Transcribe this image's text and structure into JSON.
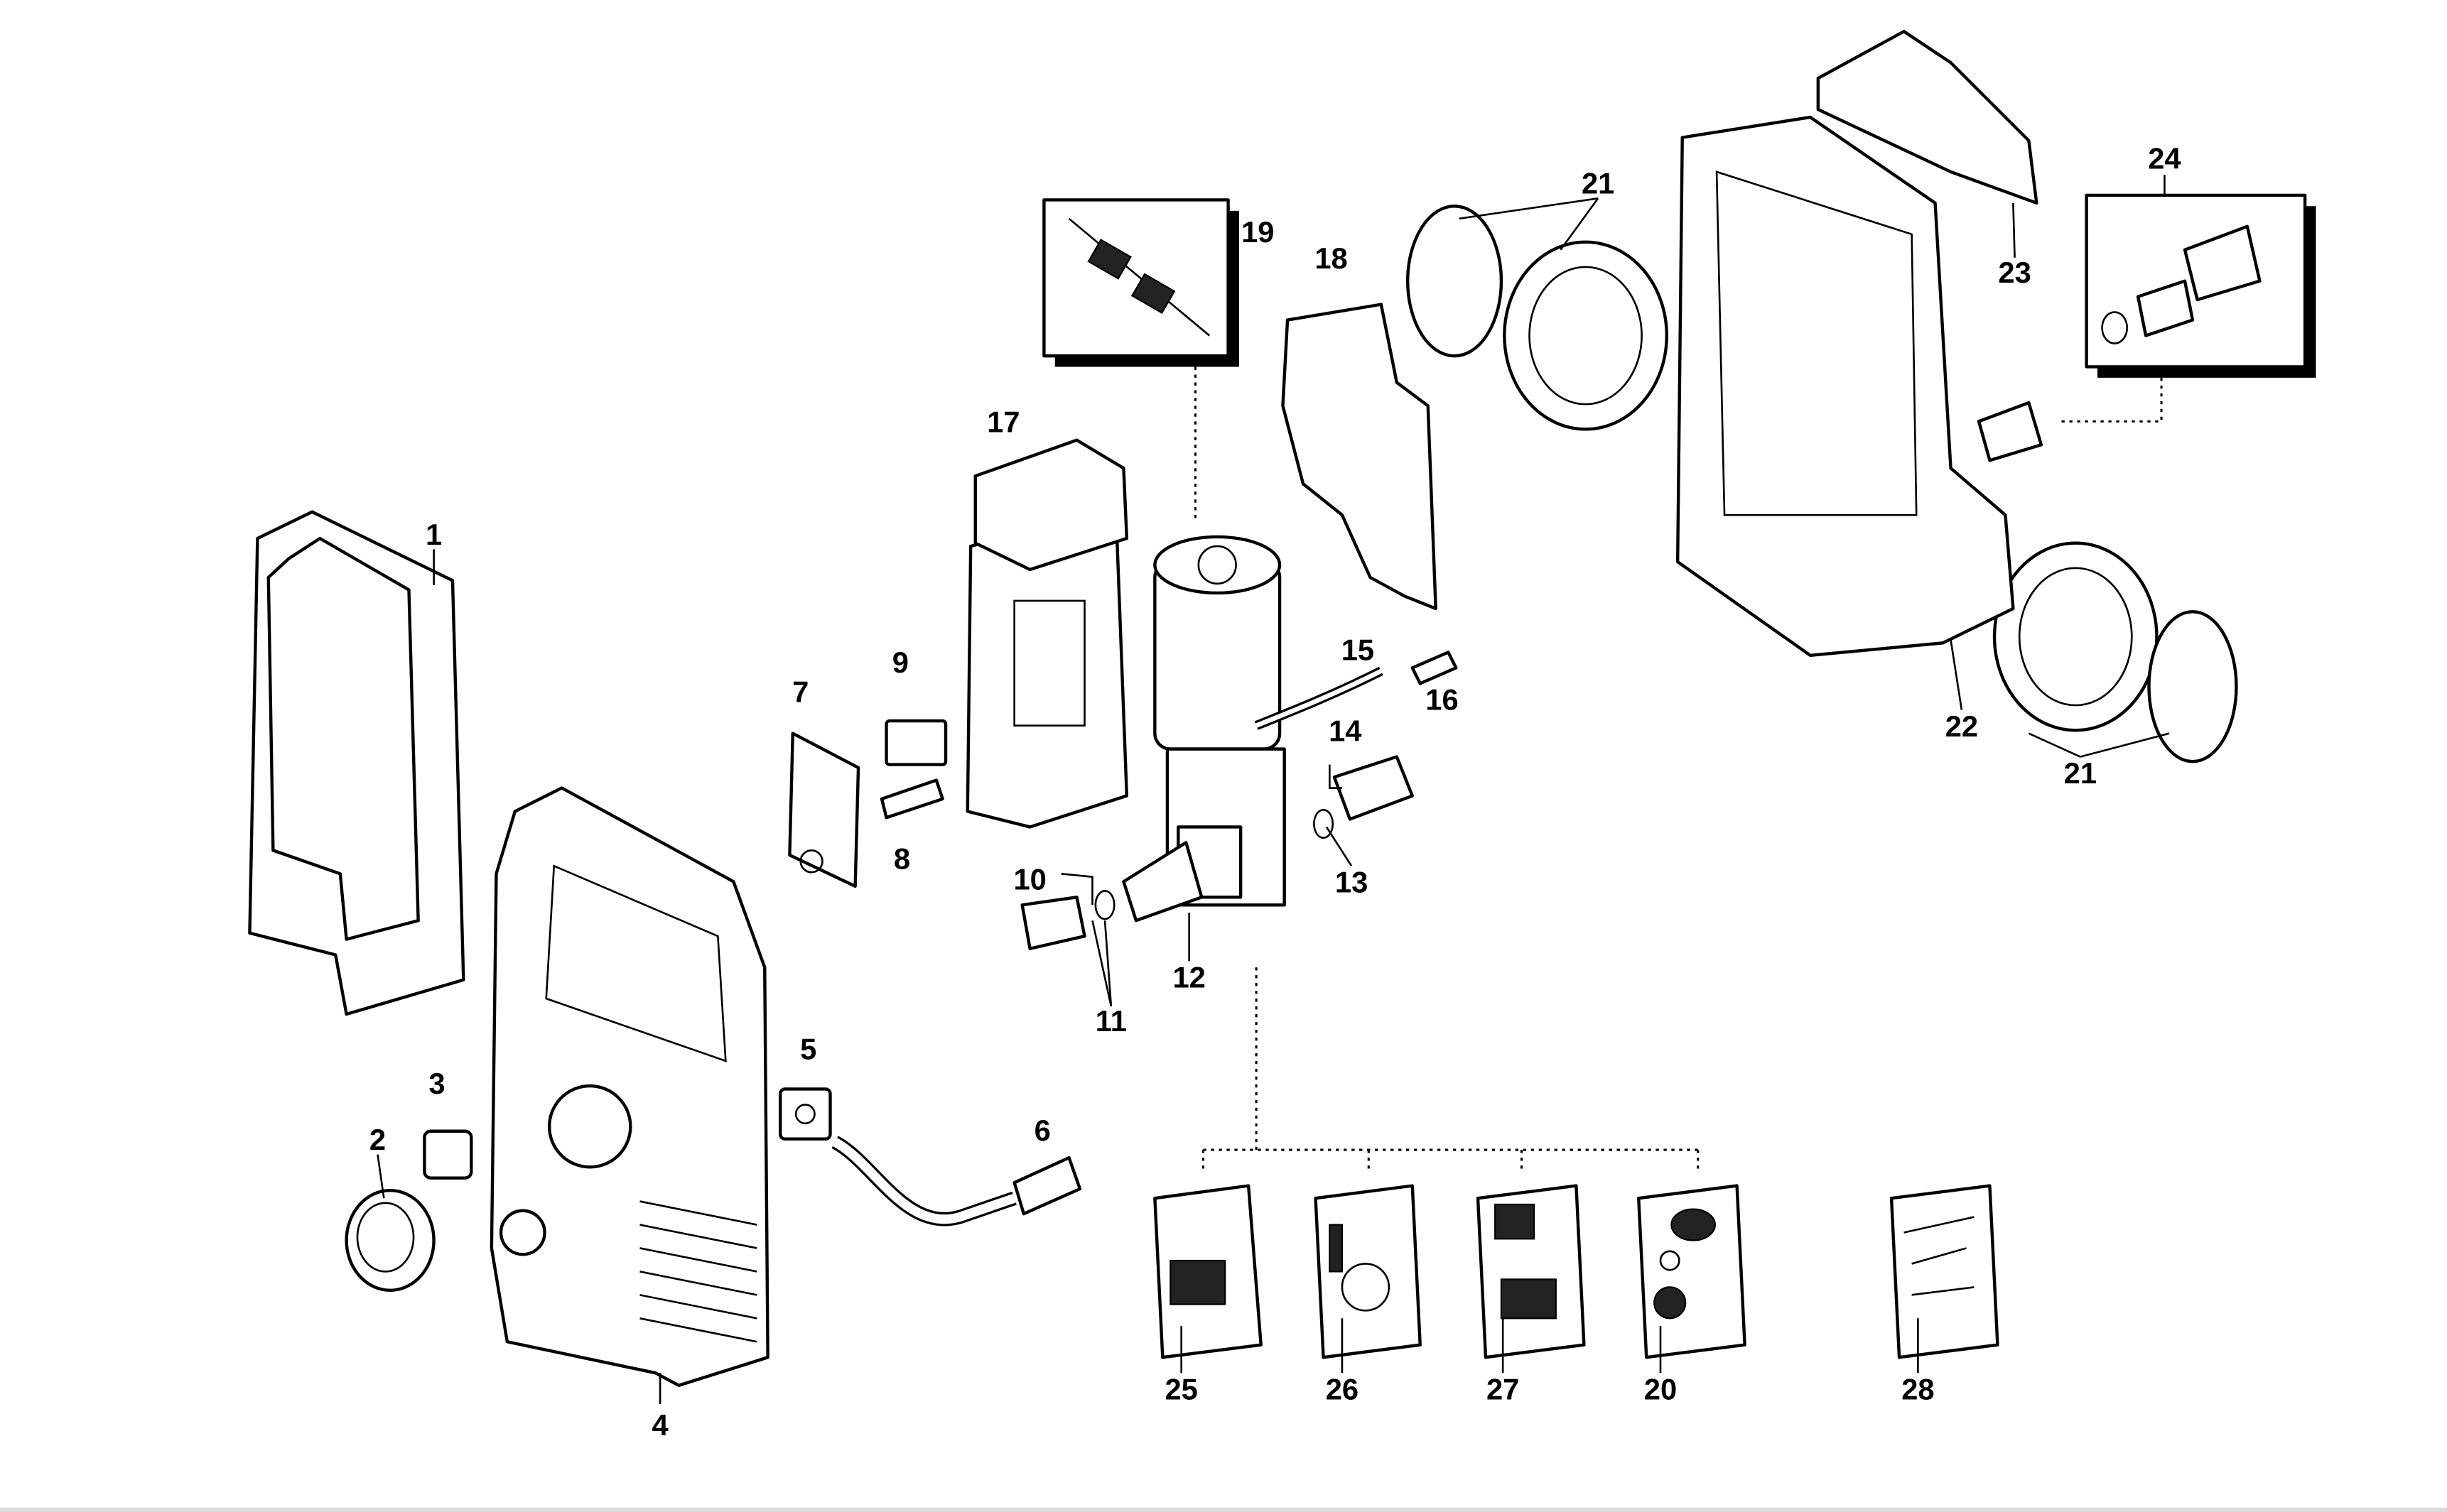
{
  "diagram": {
    "type": "exploded parts diagram",
    "line_color": "#000000",
    "background": "#ffffff",
    "part_labels": [
      "1",
      "2",
      "3",
      "4",
      "5",
      "6",
      "7",
      "8",
      "9",
      "10",
      "11",
      "12",
      "13",
      "14",
      "15",
      "16",
      "17",
      "18",
      "19",
      "20",
      "21",
      "21",
      "22",
      "23",
      "24",
      "25",
      "26",
      "27",
      "28"
    ]
  }
}
